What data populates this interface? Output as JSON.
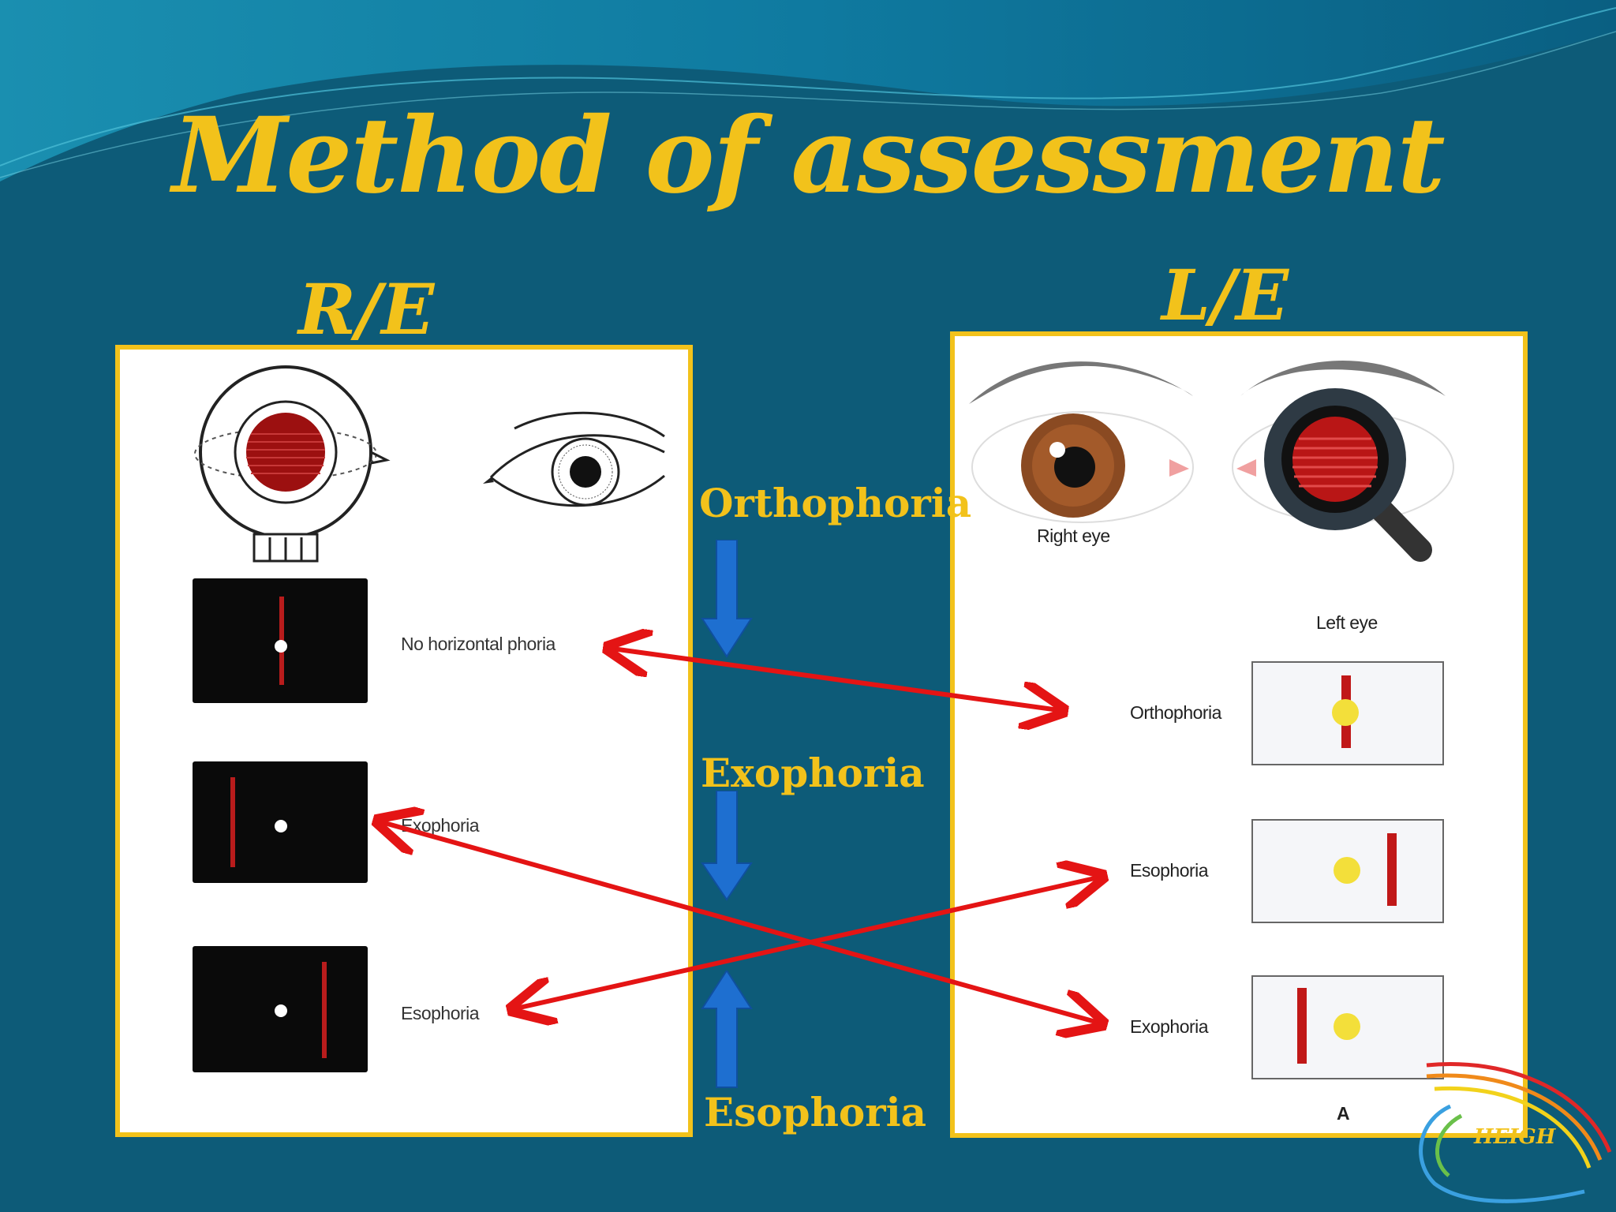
{
  "slide": {
    "title": "Method of assessment",
    "colors": {
      "background": "#0d5b78",
      "accent": "#f2c21b",
      "arrow_red": "#e41414",
      "arrow_blue": "#1e6fd0"
    }
  },
  "left_panel": {
    "heading": "R/E",
    "images": {
      "maddox_rod": "maddox-rod-over-eye",
      "eye": "eye-outline"
    },
    "rows": [
      {
        "label": "No horizontal phoria"
      },
      {
        "label": "Exophoria"
      },
      {
        "label": "Esophoria"
      }
    ]
  },
  "right_panel": {
    "heading": "L/E",
    "eye_labels": {
      "right": "Right eye",
      "left": "Left eye"
    },
    "rows": [
      {
        "label": "Orthophoria"
      },
      {
        "label": "Esophoria"
      },
      {
        "label": "Exophoria"
      }
    ],
    "figure_letter": "A"
  },
  "middle": {
    "terms": [
      "Orthophoria",
      "Exophoria",
      "Esophoria"
    ]
  },
  "logo": {
    "text": "HEIGH"
  }
}
